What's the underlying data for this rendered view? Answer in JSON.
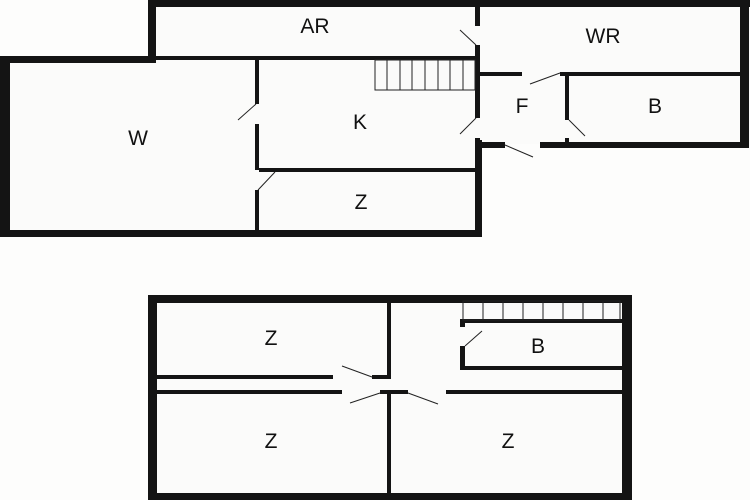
{
  "upper_floor": {
    "rooms": [
      {
        "label": "AR"
      },
      {
        "label": "WR"
      },
      {
        "label": "W"
      },
      {
        "label": "K"
      },
      {
        "label": "F"
      },
      {
        "label": "B"
      },
      {
        "label": "Z"
      }
    ]
  },
  "lower_floor": {
    "rooms": [
      {
        "label": "Z"
      },
      {
        "label": "B"
      },
      {
        "label": "Z"
      },
      {
        "label": "Z"
      }
    ]
  }
}
